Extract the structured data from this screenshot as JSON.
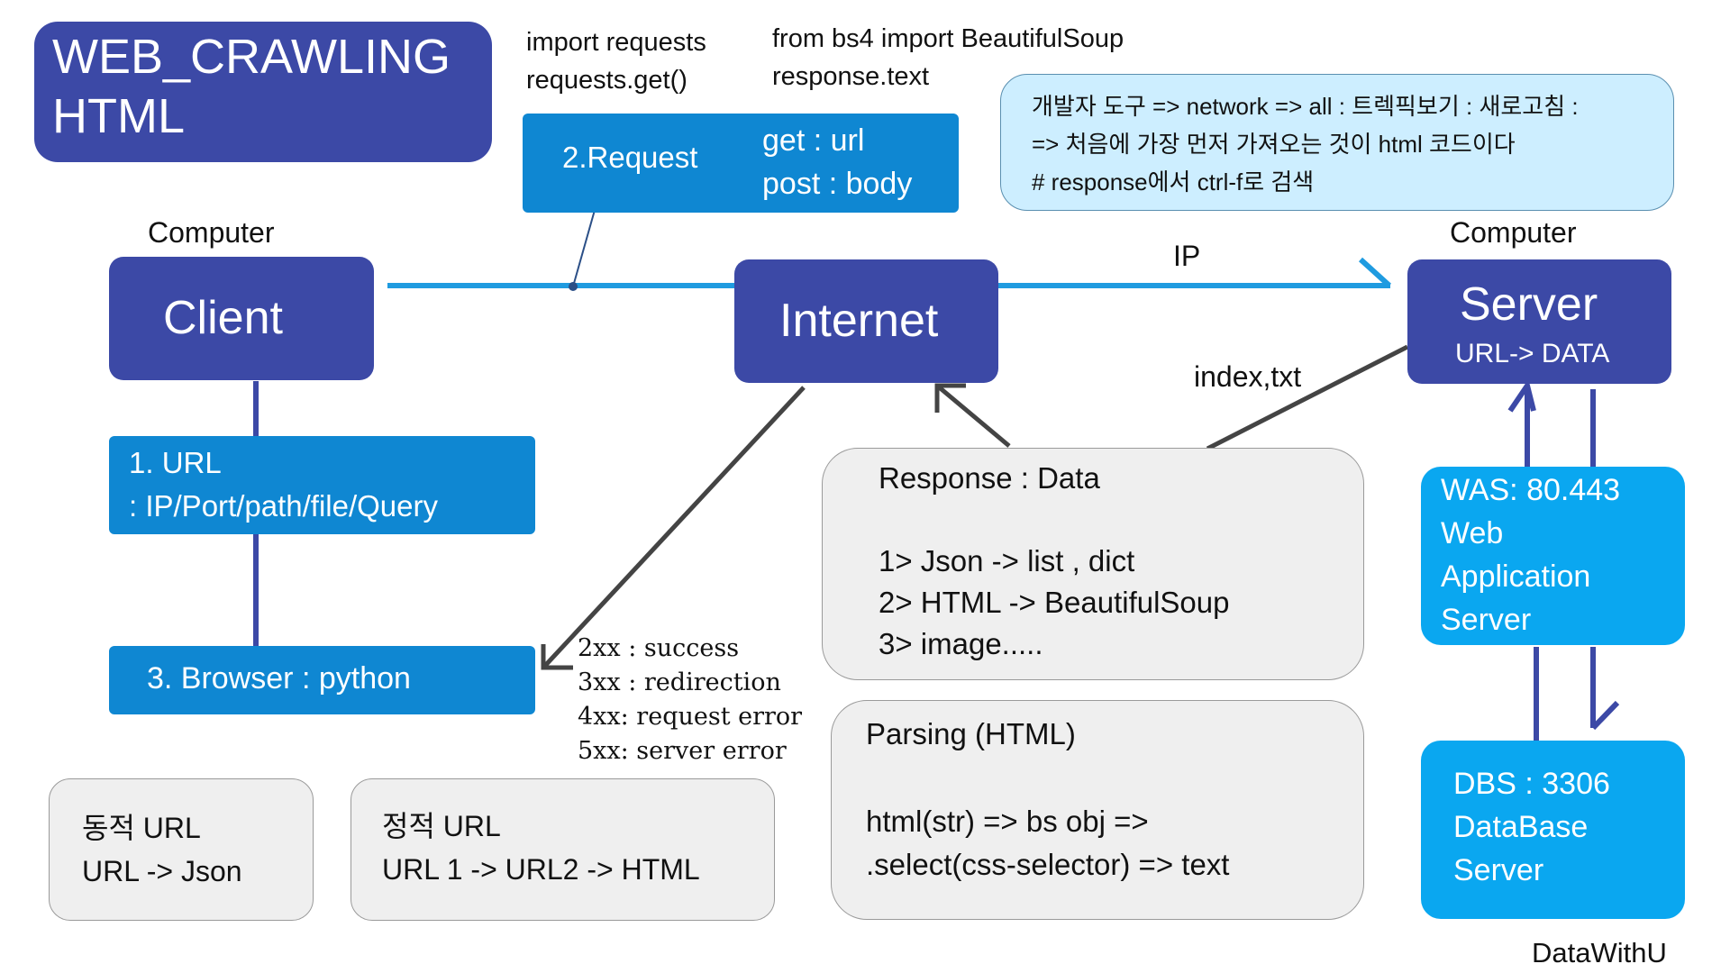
{
  "title": {
    "line1": "WEB_CRAWLING",
    "line2": "HTML"
  },
  "code_notes": {
    "left_line1": "import requests",
    "left_line2": "requests.get()",
    "right_line1": "from bs4  import BeautifulSoup",
    "right_line2": "response.text"
  },
  "request": {
    "label": "2.Request",
    "line1": "get  :  url",
    "line2": "post : body"
  },
  "devtools_note": {
    "line1": "개발자 도구 => network => all : 트렉픽보기 : 새로고침 :",
    "line2": "=> 처음에 가장 먼저 가져오는 것이 html 코드이다",
    "line3": "# response에서 ctrl-f로 검색"
  },
  "client": {
    "caption": "Computer",
    "label": "Client"
  },
  "internet": {
    "label": "Internet"
  },
  "ip_label": "IP",
  "server": {
    "caption": "Computer",
    "label": "Server",
    "sub": "URL-> DATA"
  },
  "index_label": "index,txt",
  "url_box": {
    "line1": "1. URL",
    "line2": ": IP/Port/path/file/Query"
  },
  "browser_box": {
    "label": "3. Browser : python"
  },
  "status_codes": [
    "2xx : success",
    "3xx : redirection",
    "4xx: request error",
    "5xx: server error"
  ],
  "response_box": {
    "title": "Response  :  Data",
    "items": [
      "1> Json   -> list , dict",
      "2> HTML -> BeautifulSoup",
      "3> image....."
    ]
  },
  "parsing_box": {
    "title": "Parsing (HTML)",
    "line1": "html(str) => bs obj =>",
    "line2": ".select(css-selector) => text"
  },
  "was_box": {
    "lines": [
      "WAS: 80.443",
      "Web",
      "Application",
      "Server"
    ]
  },
  "dbs_box": {
    "lines": [
      "DBS : 3306",
      "DataBase",
      "Server"
    ]
  },
  "dynamic_url": {
    "line1": "동적 URL",
    "line2": "URL -> Json"
  },
  "static_url": {
    "line1": "정적 URL",
    "line2": "URL 1 -> URL2 -> HTML"
  },
  "watermark": "DataWithU",
  "colors": {
    "navy": "#3c49a6",
    "blue": "#0f87d2",
    "cyan": "#0aa7f0",
    "light_blue": "#cdeeff",
    "gray": "#efefef"
  }
}
